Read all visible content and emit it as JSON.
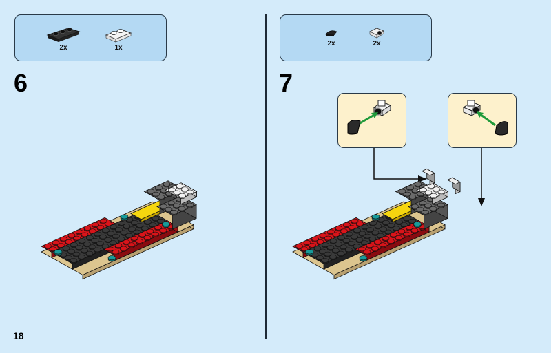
{
  "page": {
    "number": "18",
    "background_color": "#d4ebfa"
  },
  "steps": [
    {
      "number": "6",
      "parts": [
        {
          "name": "1x3 plate",
          "color": "black",
          "quantity": "2x"
        },
        {
          "name": "1x2 plate with rail",
          "color": "white",
          "quantity": "1x"
        }
      ]
    },
    {
      "number": "7",
      "parts": [
        {
          "name": "quarter round tile",
          "color": "black",
          "quantity": "2x"
        },
        {
          "name": "bracket with hole",
          "color": "white",
          "quantity": "2x"
        }
      ],
      "callouts": [
        {
          "description": "attach black tile to white bracket (left)"
        },
        {
          "description": "attach black tile to white bracket (right)"
        }
      ]
    }
  ],
  "colors": {
    "parts_box": "#b4d9f3",
    "callout_box": "#fdf1cc",
    "red": "#d9141a",
    "dark_gray": "#3a3a3a",
    "yellow": "#f5d60f",
    "teal": "#189b9a",
    "tan": "#dcc58f",
    "arrow_green": "#1f9a3a"
  }
}
